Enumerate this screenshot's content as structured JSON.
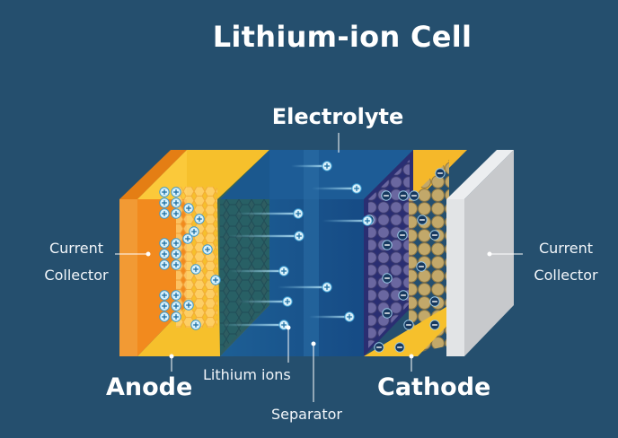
{
  "title": "Lithium-ion Cell",
  "labels": {
    "electrolyte": "Electrolyte",
    "current_collector_left": [
      "Current",
      "Collector"
    ],
    "current_collector_right": [
      "Current",
      "Collector"
    ],
    "anode": "Anode",
    "cathode": "Cathode",
    "lithium_ions": "Lithium ions",
    "separator": "Separator"
  },
  "colors": {
    "background": "#254f6e",
    "collector_left": "#f28a1e",
    "anode": "#f6c02c",
    "electrolyte": "#1a4f8a",
    "cathode_graphite": "#4e4f8a",
    "cathode_metal": "#b09a5e",
    "collector_right": "#c7c9cc",
    "ion": "#8fd0ee"
  }
}
